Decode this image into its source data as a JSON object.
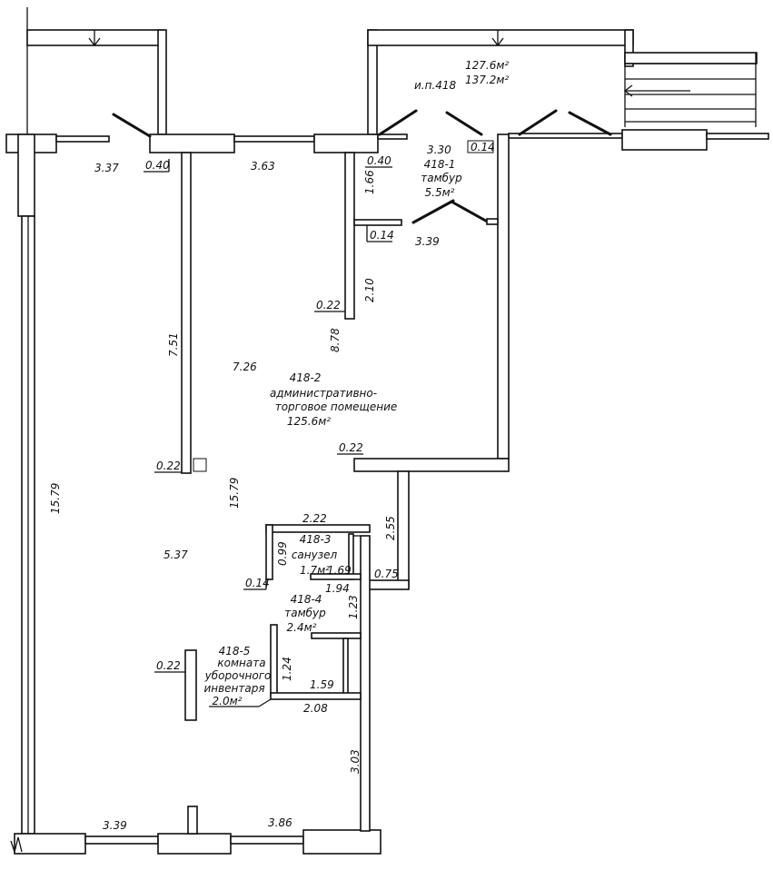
{
  "rooms": {
    "ip": {
      "number": "и.п.418",
      "area_a": "127.6м²",
      "area_b": "137.2м²"
    },
    "r1": {
      "number": "418-1",
      "name": "тамбур",
      "area": "5.5м²"
    },
    "r2": {
      "number": "418-2",
      "name_line1": "административно-",
      "name_line2": "торговое помещение",
      "area": "125.6м²"
    },
    "r3": {
      "number": "418-3",
      "name": "санузел",
      "area": "1.7м²"
    },
    "r4": {
      "number": "418-4",
      "name": "тамбур",
      "area": "2.4м²"
    },
    "r5": {
      "number": "418-5",
      "name_line1": "комната",
      "name_line2": "уборочного",
      "name_line3": "инвентаря",
      "area": "2.0м²"
    }
  },
  "dims": {
    "d_337": "3.37",
    "d_040a": "0.40",
    "d_363": "3.63",
    "d_040b": "0.40",
    "d_330": "3.30",
    "d_014a": "0.14",
    "d_166": "1.66",
    "d_014b": "0.14",
    "d_339a": "3.39",
    "d_210": "2.10",
    "d_022a": "0.22",
    "d_878": "8.78",
    "d_751": "7.51",
    "d_726": "7.26",
    "d_022b": "0.22",
    "d_022c": "0.22",
    "d_1579a": "15.79",
    "d_1579b": "15.79",
    "d_255": "2.55",
    "d_222": "2.22",
    "d_537": "5.37",
    "d_099": "0.99",
    "d_169": "1.69",
    "d_014c": "0.14",
    "d_075": "0.75",
    "d_194": "1.94",
    "d_123": "1.23",
    "d_022d": "0.22",
    "d_124": "1.24",
    "d_159": "1.59",
    "d_208": "2.08",
    "d_303": "3.03",
    "d_339b": "3.39",
    "d_386": "3.86"
  }
}
